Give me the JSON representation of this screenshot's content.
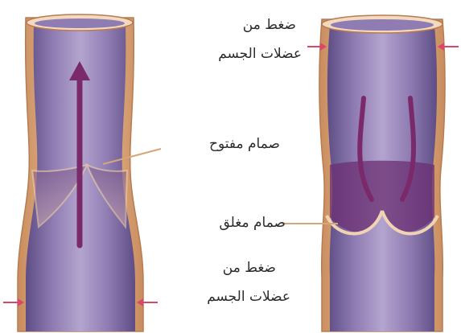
{
  "labels": {
    "pressure_top_line1": "ضغط من",
    "pressure_top_line2": "عضلات الجسم",
    "valve_open": "صمام مفتوح",
    "valve_closed": "صمام مغلق",
    "pressure_bottom_line1": "ضغط من",
    "pressure_bottom_line2": "عضلات الجسم"
  },
  "colors": {
    "vessel_wall": "#e8b98a",
    "vessel_interior": "#9a86b8",
    "blood_flow": "#7a2a6a",
    "pressure_arrow": "#d9486a",
    "leader_line": "#d6a57a"
  },
  "icons": {
    "flow_arrow": "up-arrow-icon",
    "pressure_arrow": "inward-arrow-icon"
  }
}
